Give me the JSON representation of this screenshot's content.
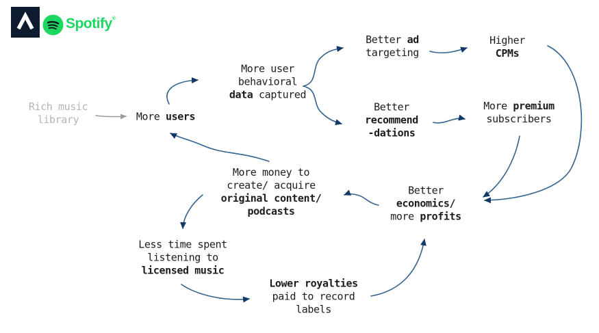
{
  "header": {
    "company_logo_symbol": "Λ",
    "spotify_text": "Spotify",
    "spotify_trademark": "®",
    "colors": {
      "spotify_green": "#1ED760",
      "logo_background": "#0d1b2e"
    }
  },
  "diagram": {
    "colors": {
      "arrow_line": "#30618f",
      "arrow_head": "#123a66",
      "text": "#1c1c1c",
      "muted_text": "#b5b5b5",
      "gray_arrow": "#9c9c9c"
    },
    "nodes": {
      "rich_music_library": {
        "lines": [
          [
            {
              "t": "Rich music"
            }
          ],
          [
            {
              "t": "library"
            }
          ]
        ]
      },
      "more_users": {
        "lines": [
          [
            {
              "t": "More "
            },
            {
              "t": "users",
              "b": true
            }
          ]
        ]
      },
      "behavioral_data": {
        "lines": [
          [
            {
              "t": "More user"
            }
          ],
          [
            {
              "t": "behavioral"
            }
          ],
          [
            {
              "t": "data",
              "b": true
            },
            {
              "t": " captured"
            }
          ]
        ]
      },
      "better_ad_targeting": {
        "lines": [
          [
            {
              "t": "Better "
            },
            {
              "t": "ad",
              "b": true
            }
          ],
          [
            {
              "t": "targeting"
            }
          ]
        ]
      },
      "higher_cpms": {
        "lines": [
          [
            {
              "t": "Higher"
            }
          ],
          [
            {
              "t": "CPMs",
              "b": true
            }
          ]
        ]
      },
      "better_recommendations": {
        "lines": [
          [
            {
              "t": "Better"
            }
          ],
          [
            {
              "t": "recommend",
              "b": true
            }
          ],
          [
            {
              "t": "-dations",
              "b": true
            }
          ]
        ]
      },
      "more_premium_subscribers": {
        "lines": [
          [
            {
              "t": "More "
            },
            {
              "t": "premium",
              "b": true
            }
          ],
          [
            {
              "t": "subscribers"
            }
          ]
        ]
      },
      "better_economics": {
        "lines": [
          [
            {
              "t": "Better"
            }
          ],
          [
            {
              "t": "economics/",
              "b": true
            }
          ],
          [
            {
              "t": "more "
            },
            {
              "t": "profits",
              "b": true
            }
          ]
        ]
      },
      "more_money": {
        "lines": [
          [
            {
              "t": "More money to"
            }
          ],
          [
            {
              "t": "create/ acquire"
            }
          ],
          [
            {
              "t": "original content/",
              "b": true
            }
          ],
          [
            {
              "t": "podcasts",
              "b": true
            }
          ]
        ]
      },
      "less_time": {
        "lines": [
          [
            {
              "t": "Less time spent"
            }
          ],
          [
            {
              "t": "listening to"
            }
          ],
          [
            {
              "t": "licensed music",
              "b": true
            }
          ]
        ]
      },
      "lower_royalties": {
        "lines": [
          [
            {
              "t": "Lower royalties",
              "b": true
            }
          ],
          [
            {
              "t": "paid to record"
            }
          ],
          [
            {
              "t": "labels"
            }
          ]
        ]
      }
    },
    "edges": [
      {
        "from": "rich_music_library",
        "to": "more_users"
      },
      {
        "from": "more_users",
        "to": "behavioral_data"
      },
      {
        "from": "behavioral_data",
        "to": "better_ad_targeting"
      },
      {
        "from": "behavioral_data",
        "to": "better_recommendations"
      },
      {
        "from": "better_ad_targeting",
        "to": "higher_cpms"
      },
      {
        "from": "better_recommendations",
        "to": "more_premium_subscribers"
      },
      {
        "from": "higher_cpms",
        "to": "better_economics"
      },
      {
        "from": "more_premium_subscribers",
        "to": "better_economics"
      },
      {
        "from": "better_economics",
        "to": "more_money"
      },
      {
        "from": "more_money",
        "to": "more_users"
      },
      {
        "from": "more_money",
        "to": "less_time"
      },
      {
        "from": "less_time",
        "to": "lower_royalties"
      },
      {
        "from": "lower_royalties",
        "to": "better_economics"
      }
    ]
  }
}
